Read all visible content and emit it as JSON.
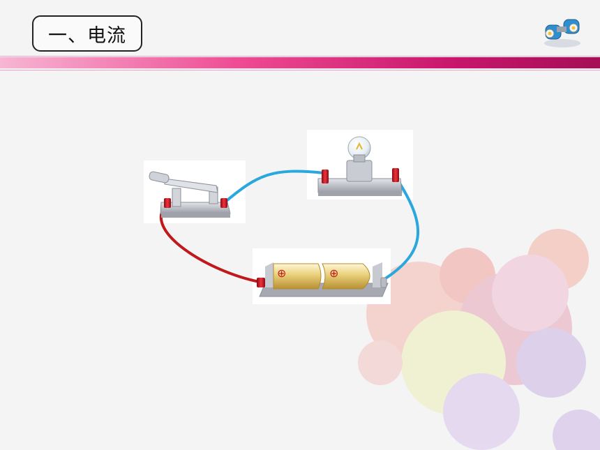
{
  "slide": {
    "title": "一、电流"
  },
  "diagram": {
    "components": [
      {
        "id": "switch",
        "icon": "knife-switch-icon"
      },
      {
        "id": "bulb",
        "icon": "light-bulb-icon"
      },
      {
        "id": "battery-pack",
        "icon": "battery-icon",
        "cells": 2,
        "cell_symbol": "⊕"
      }
    ],
    "wires": [
      {
        "from": "switch",
        "to": "bulb",
        "color": "#2aa7dc"
      },
      {
        "from": "bulb",
        "to": "battery-pack",
        "color": "#2aa7dc"
      },
      {
        "from": "switch",
        "to": "battery-pack",
        "color": "#c0191c"
      }
    ]
  },
  "colors": {
    "accent_band": "#c8176d",
    "wire_blue": "#2aa7dc",
    "wire_red": "#c0191c",
    "battery_gold": "#e6c86a",
    "terminal_red": "#d8192a"
  },
  "icons": {
    "corner": "binoculars-icon"
  }
}
